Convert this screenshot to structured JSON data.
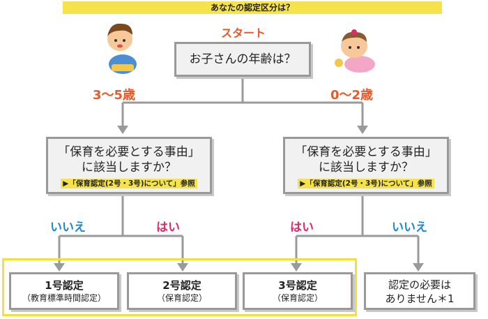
{
  "title": "あなたの認定区分は？",
  "start_label": "スタート",
  "start_question": "お子さんの年齢は？",
  "age_left": "3～5歳",
  "age_right": "0～2歳",
  "question_left": {
    "line1": "「保育を必要とする事由」",
    "line2": "に該当しますか？",
    "ref": "▶「保育認定(2号・3号)について」参照"
  },
  "question_right": {
    "line1": "「保育を必要とする事由」",
    "line2": "に該当しますか？",
    "ref": "▶「保育認定(2号・3号)について」参照"
  },
  "branch_labels": {
    "left_no": "いいえ",
    "left_yes": "はい",
    "right_yes": "はい",
    "right_no": "いいえ"
  },
  "results": [
    {
      "title": "1号認定",
      "sub": "（教育標準時間認定）"
    },
    {
      "title": "2号認定",
      "sub": "（保育認定）"
    },
    {
      "title": "3号認定",
      "sub": "（保育認定）"
    },
    {
      "line1": "認定の必要は",
      "line2": "ありません＊1"
    }
  ],
  "colors": {
    "accent_yellow": "#f6e24a",
    "age_orange": "#e8592b",
    "yes_pink": "#e3276e",
    "no_blue": "#1f88c9",
    "line_gray": "#999999"
  }
}
